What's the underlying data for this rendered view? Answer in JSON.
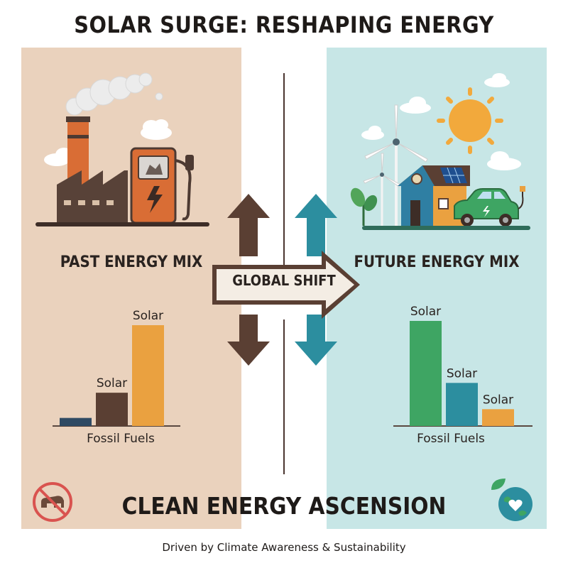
{
  "title": "SOLAR SURGE: RESHAPING ENERGY",
  "left_heading": "PAST ENERGY MIX",
  "right_heading": "FUTURE ENERGY MIX",
  "shift_label": "GLOBAL SHIFT",
  "bottom_heading": "CLEAN ENERGY ASCENSION",
  "footer": "Driven by Climate Awareness & Sustainability",
  "colors": {
    "left_panel": "#ead2bd",
    "right_panel": "#c7e6e6",
    "brown": "#5a3f33",
    "orange": "#eaa140",
    "teal": "#2c8e9f",
    "green": "#3ea563",
    "navy": "#2f4a63"
  },
  "icons": [
    "factory-icon",
    "gas-pump-icon",
    "cloud-icon",
    "sun-icon",
    "wind-turbine-icon",
    "house-icon",
    "electric-car-icon",
    "no-bear-icon",
    "earth-heart-icon",
    "up-arrow-icon",
    "down-arrow-icon",
    "right-arrow-icon"
  ],
  "chart_data": [
    {
      "type": "bar",
      "categories": [
        "",
        "",
        ""
      ],
      "values": [
        0.08,
        0.33,
        1.0
      ],
      "bar_labels": [
        "",
        "Solar",
        "Solar"
      ],
      "xlabel": "Fossil Fuels",
      "colors": [
        "#2f4a63",
        "#5a3f33",
        "#eaa140"
      ]
    },
    {
      "type": "bar",
      "categories": [
        "",
        "",
        ""
      ],
      "values": [
        1.0,
        0.41,
        0.16
      ],
      "bar_labels": [
        "Solar",
        "Solar",
        "Solar"
      ],
      "xlabel": "Fossil Fuels",
      "colors": [
        "#3ea563",
        "#2c8e9f",
        "#eaa140"
      ]
    }
  ]
}
